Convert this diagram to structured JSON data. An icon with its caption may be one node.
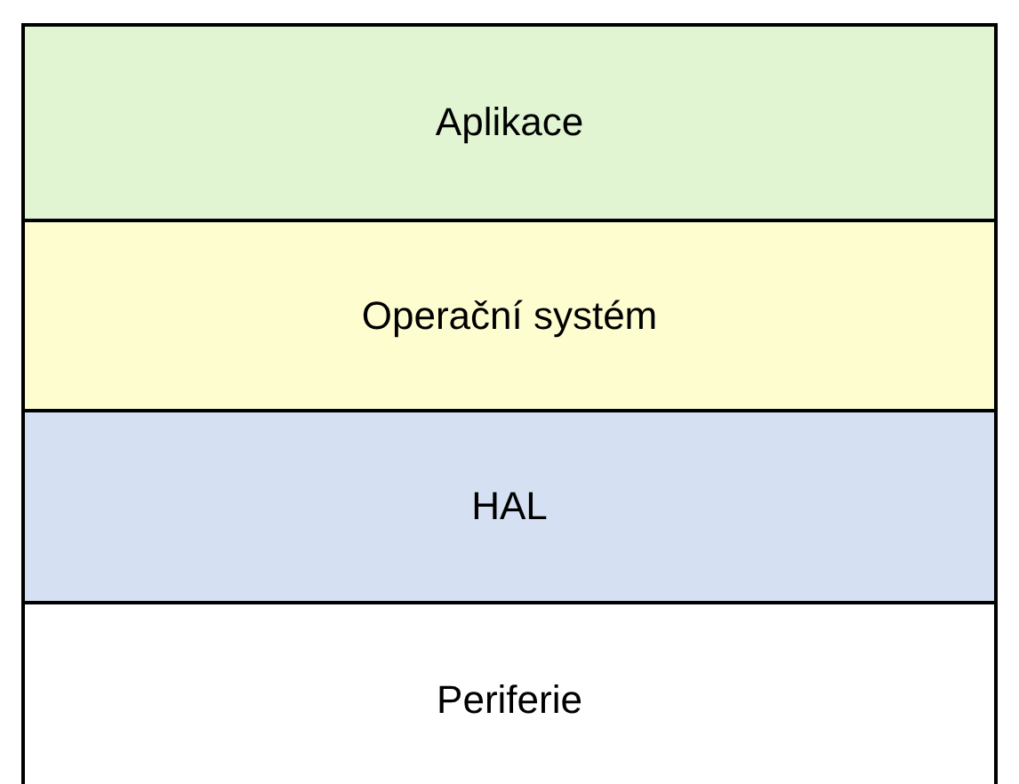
{
  "diagram": {
    "nodes": [
      {
        "text": [
          "Aplikace"
        ]
      },
      {
        "text": [
          "Operační systém"
        ]
      },
      {
        "text": [
          "HAL"
        ]
      },
      {
        "text": [
          "Periferie"
        ]
      }
    ]
  }
}
